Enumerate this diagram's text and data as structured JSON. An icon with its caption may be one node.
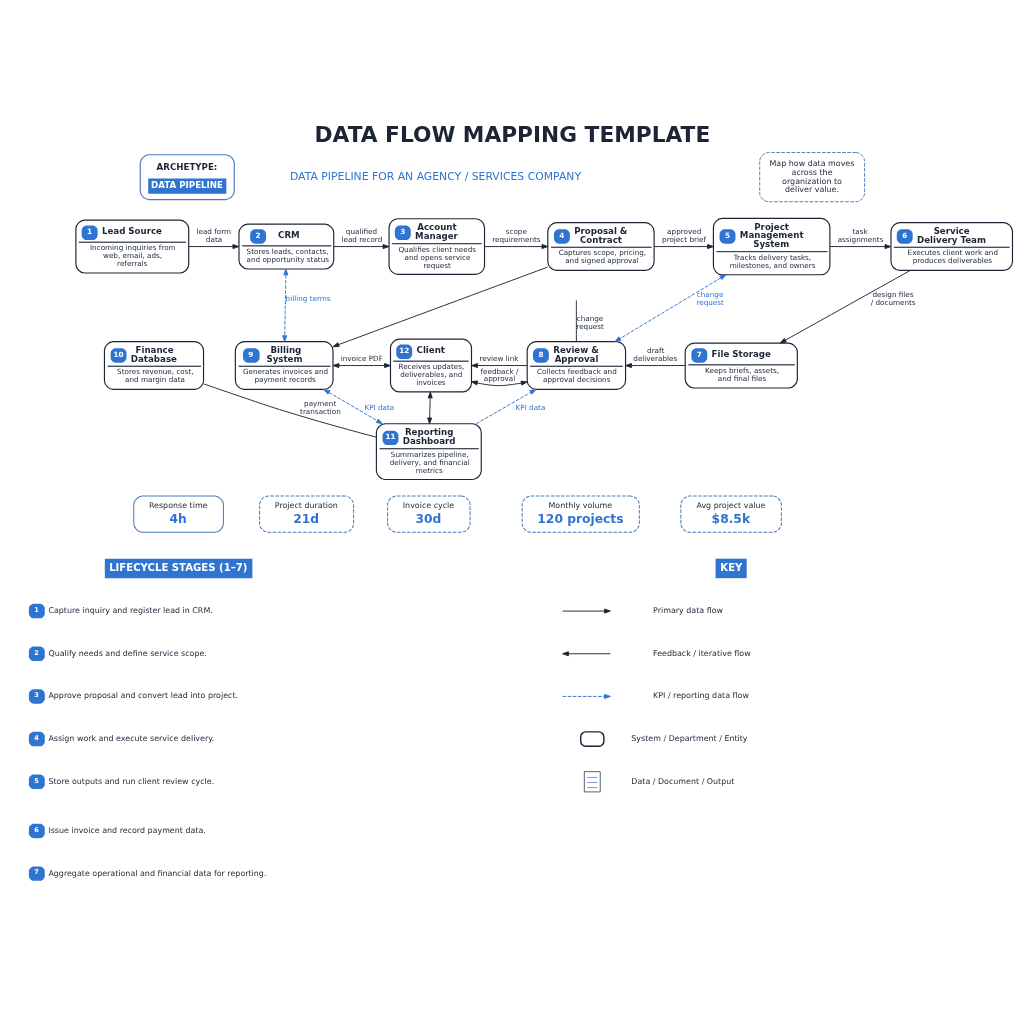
{
  "diagram": {
    "title": "DATA FLOW MAPPING TEMPLATE",
    "nodes": [
      {
        "text": [
          "ARCHETYPE:",
          "DATA PIPELINE"
        ]
      },
      {
        "text": [
          "Map how data moves across the organization to deliver value."
        ]
      },
      {
        "text": [
          "1",
          "Lead Source",
          "Incoming inquiries from web, email, ads, referrals"
        ]
      },
      {
        "text": [
          "2",
          "CRM",
          "Stores leads, contacts, and opportunity status"
        ]
      },
      {
        "text": [
          "3",
          "Account Manager",
          "Qualifies client needs and opens service request"
        ]
      },
      {
        "text": [
          "4",
          "Proposal & Contract",
          "Captures scope, pricing, and signed approval"
        ]
      },
      {
        "text": [
          "5",
          "Project Management System",
          "Tracks delivery tasks, milestones, and owners"
        ]
      },
      {
        "text": [
          "6",
          "Service Delivery Team",
          "Executes client work and produces deliverables"
        ]
      },
      {
        "text": [
          "10",
          "Finance Database",
          "Stores revenue, cost, and margin data"
        ]
      },
      {
        "text": [
          "9",
          "Billing System",
          "Generates invoices and payment records"
        ]
      },
      {
        "text": [
          "12",
          "Client",
          "Receives updates, deliverables, and invoices"
        ]
      },
      {
        "text": [
          "8",
          "Review & Approval",
          "Collects feedback and approval decisions"
        ]
      },
      {
        "text": [
          "7",
          "File Storage",
          "Keeps briefs, assets, and final files"
        ]
      },
      {
        "text": [
          "11",
          "Reporting Dashboard",
          "Summarizes pipeline, delivery, and financial metrics"
        ]
      },
      {
        "text": [
          "Response time",
          "4h"
        ]
      },
      {
        "text": [
          "Project duration",
          "21d"
        ]
      },
      {
        "text": [
          "Invoice cycle",
          "30d"
        ]
      },
      {
        "text": [
          "Monthly volume",
          "120 projects"
        ]
      },
      {
        "text": [
          "Avg project value",
          "$8.5k"
        ]
      }
    ],
    "edges": [
      {
        "from": 2,
        "to": 3,
        "arrow": "to",
        "label": "lead form data"
      },
      {
        "from": 3,
        "to": 4,
        "arrow": "to",
        "label": "qualified lead record"
      },
      {
        "from": 4,
        "to": 5,
        "arrow": "to",
        "label": "scope requirements"
      },
      {
        "from": 5,
        "to": 6,
        "arrow": "to",
        "label": "approved project brief"
      },
      {
        "from": 6,
        "to": 7,
        "arrow": "to",
        "label": "task assignments"
      },
      {
        "from": 3,
        "to": 9,
        "arrow": "both",
        "label": "billing terms",
        "style": "dashed",
        "color": "#2f74d0"
      },
      {
        "from": 5,
        "to": 9,
        "arrow": "to"
      },
      {
        "from": 11,
        "to": null,
        "arrow": "none",
        "label": "change request"
      },
      {
        "from": 6,
        "to": 11,
        "arrow": "both",
        "label": "change request",
        "style": "dashed",
        "color": "#2f74d0"
      },
      {
        "from": 7,
        "to": 12,
        "arrow": "to",
        "label": "design files / documents"
      },
      {
        "from": 9,
        "to": 10,
        "arrow": "both",
        "label": "invoice PDF"
      },
      {
        "from": 11,
        "to": 10,
        "arrow": "to",
        "label": "review link"
      },
      {
        "from": 10,
        "to": 11,
        "arrow": "both",
        "label": "feedback / approval"
      },
      {
        "from": 12,
        "to": 11,
        "arrow": "to",
        "label": "draft deliverables"
      },
      {
        "from": 8,
        "to": 13,
        "arrow": "none",
        "label": "payment transaction"
      },
      {
        "from": 10,
        "to": 13,
        "arrow": "both"
      },
      {
        "from": 9,
        "to": 13,
        "arrow": "both",
        "label": "KPI data",
        "style": "dashed",
        "color": "#2f74d0"
      },
      {
        "from": 13,
        "to": 11,
        "arrow": "to",
        "label": "KPI data",
        "style": "dashed",
        "color": "#2f74d0"
      }
    ],
    "labels": [
      "DATA PIPELINE FOR AN AGENCY / SERVICES COMPANY",
      "LIFECYCLE STAGES (1–7)",
      "1",
      "Capture inquiry and register lead in CRM.",
      "2",
      "Qualify needs and define service scope.",
      "3",
      "Approve proposal and convert lead into project.",
      "4",
      "Assign work and execute service delivery.",
      "5",
      "Store outputs and run client review cycle.",
      "6",
      "Issue invoice and record payment data.",
      "7",
      "Aggregate operational and financial data for reporting.",
      "KEY"
    ],
    "legend": [
      {
        "text": "Primary data flow"
      },
      {
        "text": "Feedback / iterative flow"
      },
      {
        "text": "KPI / reporting data flow"
      },
      {
        "text": "System / Department / Entity"
      },
      {
        "text": "Data / Document / Output"
      }
    ]
  }
}
